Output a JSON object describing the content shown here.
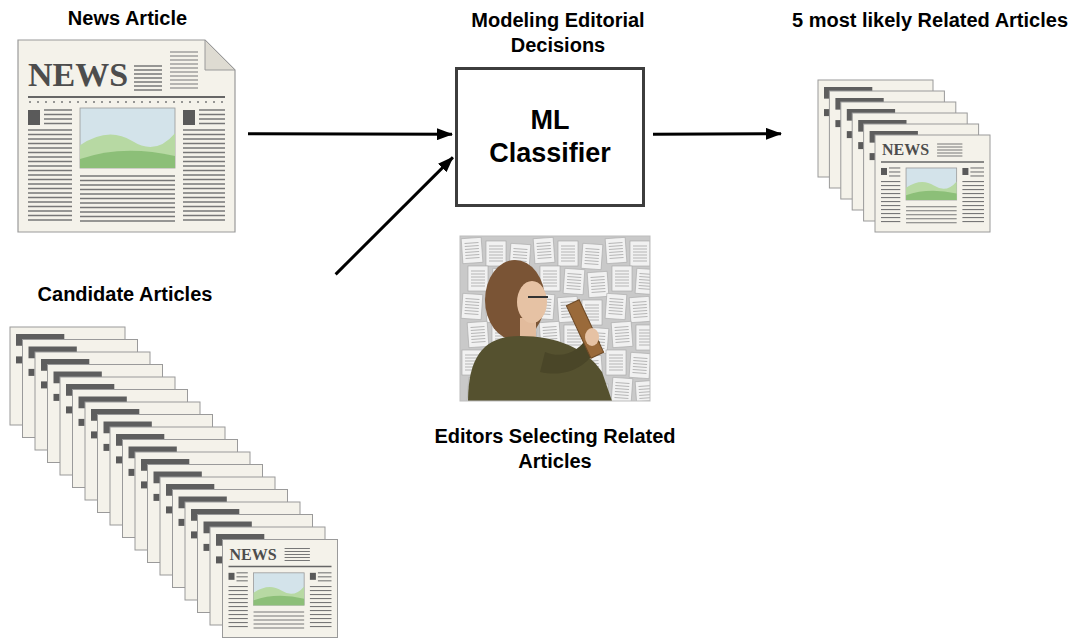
{
  "diagram": {
    "nodes": [
      {
        "text": [
          "News Article",
          "NEWS"
        ]
      },
      {
        "text": [
          "Modeling Editorial Decisions",
          "ML Classifier"
        ]
      },
      {
        "text": [
          "5 most likely Related Articles",
          "NEWS"
        ]
      },
      {
        "text": [
          "Candidate Articles",
          "NEWS"
        ]
      }
    ],
    "edges": [
      {
        "from": 0,
        "to": 1,
        "arrow": "to"
      },
      {
        "from": 3,
        "to": 1,
        "arrow": "to"
      },
      {
        "from": 1,
        "to": 2,
        "arrow": "to"
      }
    ],
    "labels": [
      "Editors Selecting Related Articles"
    ]
  }
}
